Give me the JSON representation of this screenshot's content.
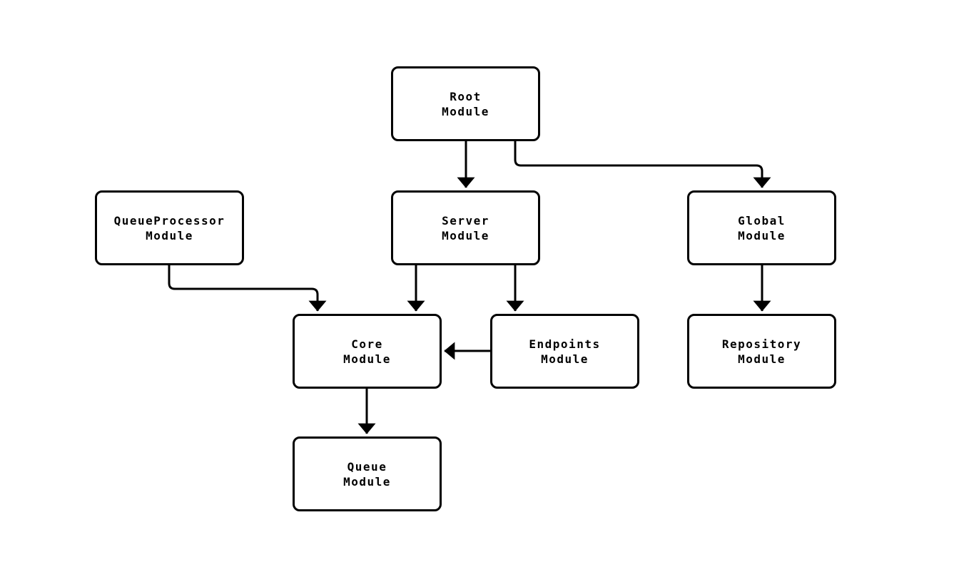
{
  "diagram": {
    "type": "module-dependency-graph",
    "colors": {
      "background": "#ffffff",
      "node_fill": "#ffffff",
      "stroke": "#000000",
      "text": "#000000"
    },
    "nodes": {
      "root": {
        "label": "Root\nModule"
      },
      "server": {
        "label": "Server\nModule"
      },
      "global": {
        "label": "Global\nModule"
      },
      "queue_processor": {
        "label": "QueueProcessor\nModule"
      },
      "core": {
        "label": "Core\nModule"
      },
      "endpoints": {
        "label": "Endpoints\nModule"
      },
      "repository": {
        "label": "Repository\nModule"
      },
      "queue": {
        "label": "Queue\nModule"
      }
    },
    "edges": [
      {
        "from": "Root Module",
        "to": "Server Module"
      },
      {
        "from": "Root Module",
        "to": "Global Module"
      },
      {
        "from": "Server Module",
        "to": "Core Module"
      },
      {
        "from": "Server Module",
        "to": "Endpoints Module"
      },
      {
        "from": "QueueProcessor Module",
        "to": "Core Module"
      },
      {
        "from": "Endpoints Module",
        "to": "Core Module"
      },
      {
        "from": "Global Module",
        "to": "Repository Module"
      },
      {
        "from": "Core Module",
        "to": "Queue Module"
      }
    ]
  }
}
